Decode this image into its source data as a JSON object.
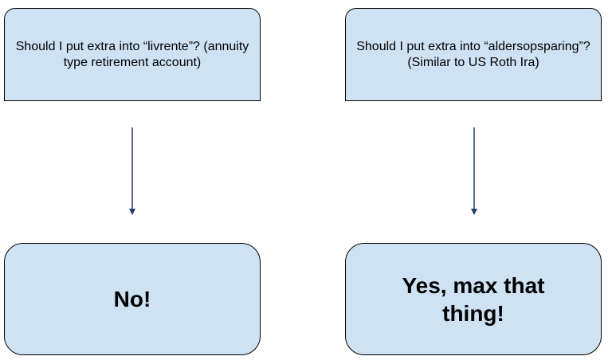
{
  "flowchart": {
    "left": {
      "question": "Should I put extra into “livrente”? (annuity type retirement account)",
      "answer": "No!"
    },
    "right": {
      "question": "Should I put extra into “aldersopsparing”? (Similar to US Roth Ira)",
      "answer": "Yes, max that thing!"
    }
  },
  "colors": {
    "box_fill": "#cfe2f3",
    "box_border": "#000000",
    "arrow": "#1f3f6b"
  }
}
